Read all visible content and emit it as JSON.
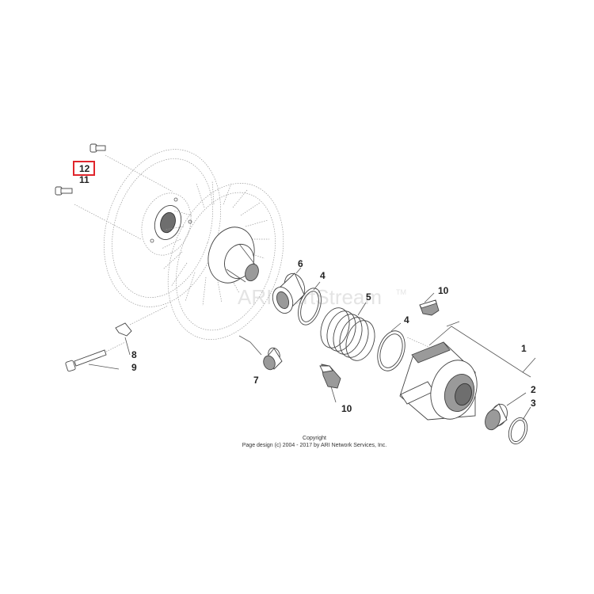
{
  "diagram": {
    "watermark": "ARI PartStream",
    "watermark_tm": "TM",
    "copyright_line1": "Copyright",
    "copyright_line2": "Page design (c) 2004 - 2017 by ARI Network Services, Inc.",
    "highlight_color": "#e0262c",
    "callouts": [
      {
        "id": "c12",
        "label": "12",
        "highlighted": true
      },
      {
        "id": "c11",
        "label": "11"
      },
      {
        "id": "c6",
        "label": "6"
      },
      {
        "id": "c4a",
        "label": "4"
      },
      {
        "id": "c5",
        "label": "5"
      },
      {
        "id": "c10a",
        "label": "10"
      },
      {
        "id": "c4b",
        "label": "4"
      },
      {
        "id": "c1",
        "label": "1"
      },
      {
        "id": "c8",
        "label": "8"
      },
      {
        "id": "c9",
        "label": "9"
      },
      {
        "id": "c7",
        "label": "7"
      },
      {
        "id": "c10b",
        "label": "10"
      },
      {
        "id": "c2",
        "label": "2"
      },
      {
        "id": "c3",
        "label": "3"
      }
    ]
  }
}
